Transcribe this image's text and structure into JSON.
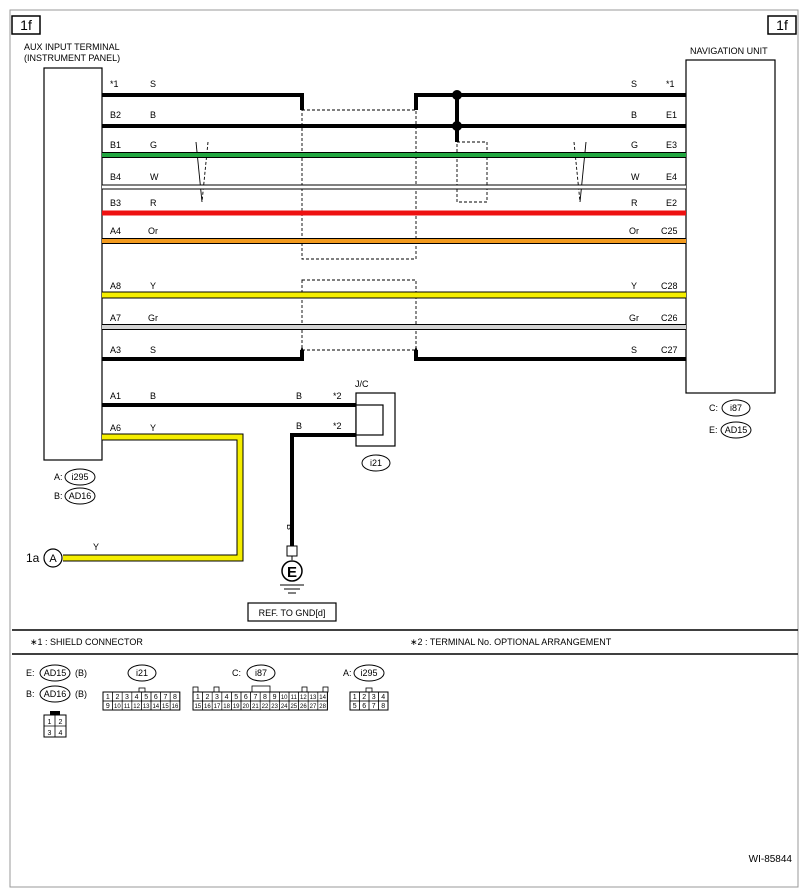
{
  "page": {
    "corner_tag_left": "1f",
    "corner_tag_right": "1f",
    "doc_id": "WI-85844"
  },
  "left_unit": {
    "title_line1": "AUX INPUT TERMINAL",
    "title_line2": "(INSTRUMENT PANEL)",
    "conn_a_prefix": "A:",
    "conn_a_id": "i295",
    "conn_b_prefix": "B:",
    "conn_b_id": "AD16"
  },
  "right_unit": {
    "title": "NAVIGATION UNIT",
    "conn_c_prefix": "C:",
    "conn_c_id": "i87",
    "conn_e_prefix": "E:",
    "conn_e_id": "AD15"
  },
  "colors": {
    "black": "#000000",
    "green": "#22a640",
    "red": "#ee1111",
    "orange": "#f29a1e",
    "yellow": "#f5ee00",
    "gray": "#c8c8c8",
    "white_wire_outline": "#000000"
  },
  "wires": [
    {
      "left_pin": "*1",
      "left_color": "S",
      "right_pin": "*1",
      "right_color": "S",
      "color_key": "black"
    },
    {
      "left_pin": "B2",
      "left_color": "B",
      "right_pin": "E1",
      "right_color": "B",
      "color_key": "black"
    },
    {
      "left_pin": "B1",
      "left_color": "G",
      "right_pin": "E3",
      "right_color": "G",
      "color_key": "green"
    },
    {
      "left_pin": "B4",
      "left_color": "W",
      "right_pin": "E4",
      "right_color": "W",
      "color_key": "white"
    },
    {
      "left_pin": "B3",
      "left_color": "R",
      "right_pin": "E2",
      "right_color": "R",
      "color_key": "red"
    },
    {
      "left_pin": "A4",
      "left_color": "Or",
      "right_pin": "C25",
      "right_color": "Or",
      "color_key": "orange"
    },
    {
      "left_pin": "A8",
      "left_color": "Y",
      "right_pin": "C28",
      "right_color": "Y",
      "color_key": "yellow"
    },
    {
      "left_pin": "A7",
      "left_color": "Gr",
      "right_pin": "C26",
      "right_color": "Gr",
      "color_key": "gray"
    },
    {
      "left_pin": "A3",
      "left_color": "S",
      "right_pin": "C27",
      "right_color": "S",
      "color_key": "black"
    }
  ],
  "lower_wires": {
    "a1_pin": "A1",
    "a1_color": "B",
    "a6_pin": "A6",
    "a6_color": "Y",
    "jc_label": "J/C",
    "jc_in_color": "B",
    "jc_in_pin": "*2",
    "jc_out_color": "B",
    "jc_out_pin": "*2",
    "jc_conn": "i21",
    "ground_wire_color": "B",
    "ground_symbol": "E",
    "ground_ref": "REF. TO GND[d]",
    "ref_1a": "1a",
    "ref_1a_symbol": "A",
    "ref_1a_wire_color": "Y"
  },
  "notes": {
    "note1": "∗1  : SHIELD CONNECTOR",
    "note2": "∗2  : TERMINAL No. OPTIONAL ARRANGEMENT"
  },
  "connector_views": {
    "e_prefix": "E:",
    "e_id": "AD15",
    "e_suffix": "(B)",
    "b_prefix": "B:",
    "b_id": "AD16",
    "b_suffix": "(B)",
    "ad_pins": [
      "1",
      "2",
      "3",
      "4"
    ],
    "i21_id": "i21",
    "i21_row1": [
      "1",
      "2",
      "3",
      "4",
      "5",
      "6",
      "7",
      "8"
    ],
    "i21_row2": [
      "9",
      "10",
      "11",
      "12",
      "13",
      "14",
      "15",
      "16"
    ],
    "c_prefix": "C:",
    "c_id": "i87",
    "i87_row1": [
      "1",
      "2",
      "3",
      "4",
      "5",
      "6",
      "7",
      "8",
      "9",
      "10",
      "11",
      "12",
      "13",
      "14"
    ],
    "i87_row2": [
      "15",
      "16",
      "17",
      "18",
      "19",
      "20",
      "21",
      "22",
      "23",
      "24",
      "25",
      "26",
      "27",
      "28"
    ],
    "a_prefix": "A:",
    "a_id": "i295",
    "i295_row1": [
      "1",
      "2",
      "3",
      "4"
    ],
    "i295_row2": [
      "5",
      "6",
      "7",
      "8"
    ]
  }
}
